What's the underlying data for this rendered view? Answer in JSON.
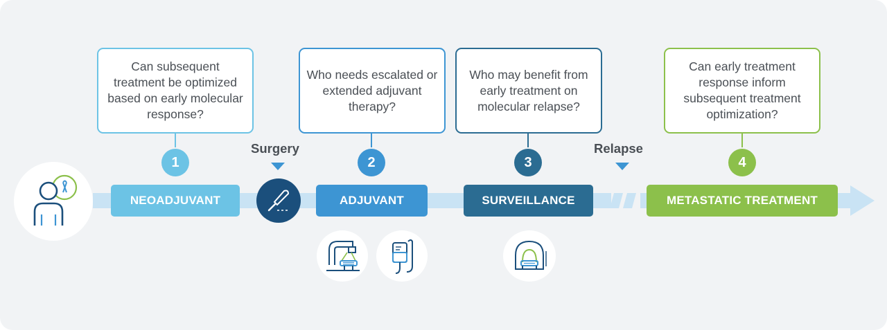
{
  "questions": [
    {
      "number": "1",
      "text": "Can subsequent treatment be optimized based on early molecular response?"
    },
    {
      "number": "2",
      "text": "Who needs escalated or extended adjuvant therapy?"
    },
    {
      "number": "3",
      "text": "Who may benefit from early treatment on molecular relapse?"
    },
    {
      "number": "4",
      "text": "Can early treatment response inform subsequent treatment optimization?"
    }
  ],
  "phases": {
    "neoadjuvant": "NEOADJUVANT",
    "adjuvant": "ADJUVANT",
    "surveillance": "SURVEILLANCE",
    "metastatic": "METASTATIC TREATMENT"
  },
  "events": {
    "surgery": "Surgery",
    "relapse": "Relapse"
  },
  "icons": {
    "patient": "patient-with-ribbon-icon",
    "surgery": "scalpel-icon",
    "radiation": "radiation-machine-icon",
    "chemo": "iv-bag-icon",
    "imaging": "ct-scanner-icon"
  },
  "colors": {
    "step1": "#6cc3e5",
    "step2": "#3d95d3",
    "step3": "#2b6c92",
    "step4": "#8cc04b",
    "surgery": "#1b4f7c",
    "timeline": "#c9e3f4"
  }
}
